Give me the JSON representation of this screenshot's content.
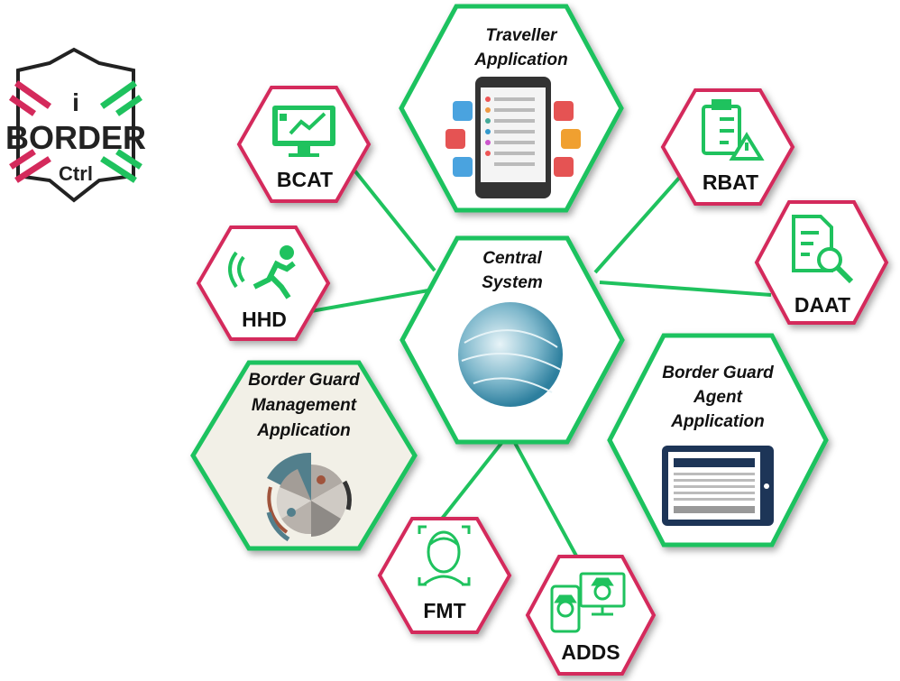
{
  "logo": {
    "text_top": "i",
    "text_main": "BORDER",
    "text_bottom": "Ctrl"
  },
  "colors": {
    "green": "#1fc25e",
    "pink": "#d42a5c",
    "dark": "#222222",
    "mgmt_fill": "#f2f0e7",
    "navy": "#1d3557"
  },
  "nodes": {
    "traveller": {
      "line1": "Traveller",
      "line2": "Application"
    },
    "central": {
      "line1": "Central",
      "line2": "System"
    },
    "bcat": {
      "label": "BCAT"
    },
    "rbat": {
      "label": "RBAT"
    },
    "hhd": {
      "label": "HHD"
    },
    "daat": {
      "label": "DAAT"
    },
    "bgm": {
      "line1": "Border Guard",
      "line2": "Management",
      "line3": "Application"
    },
    "bga": {
      "line1": "Border Guard",
      "line2": "Agent",
      "line3": "Application"
    },
    "fmt": {
      "label": "FMT"
    },
    "adds": {
      "label": "ADDS"
    }
  }
}
